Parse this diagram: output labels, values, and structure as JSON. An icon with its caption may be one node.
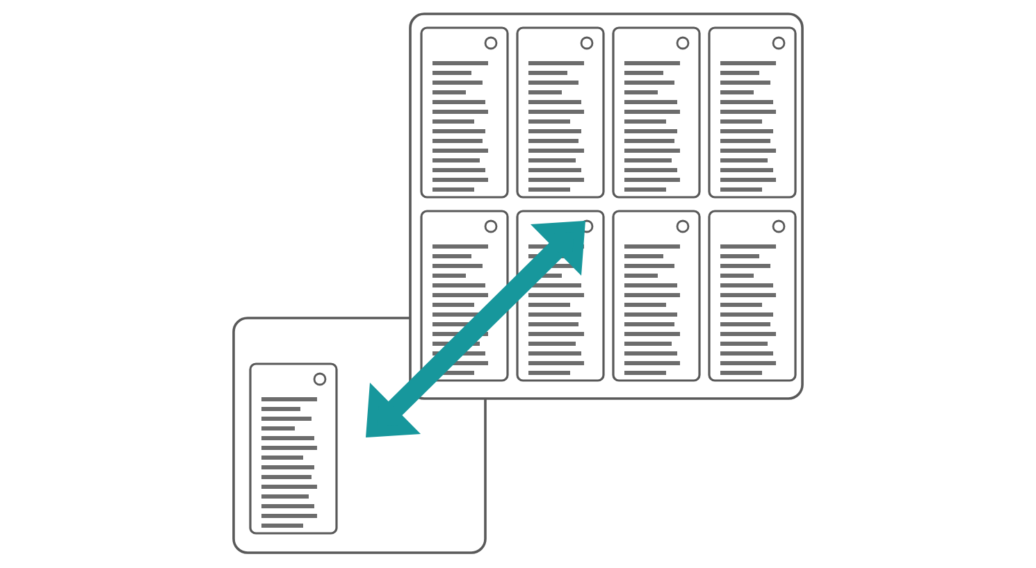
{
  "diagram": {
    "nodes": [
      {
        "text": [],
        "shape": "box"
      },
      {
        "text": [],
        "shape": "box"
      }
    ],
    "edges": [
      {
        "from": 0,
        "to": 1,
        "arrow": "both"
      }
    ]
  }
}
